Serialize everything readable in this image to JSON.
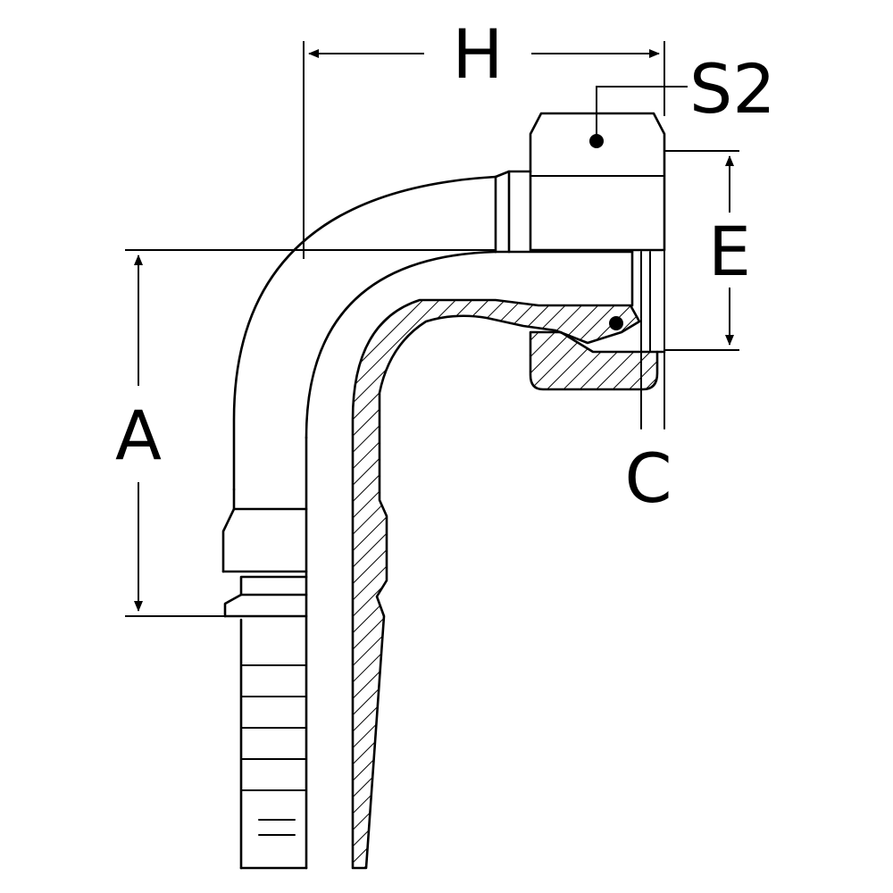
{
  "drawing": {
    "labels": {
      "h": "H",
      "s2": "S2",
      "e": "E",
      "a": "A",
      "c": "C"
    },
    "colors": {
      "line": "#000000",
      "background": "#ffffff"
    }
  }
}
